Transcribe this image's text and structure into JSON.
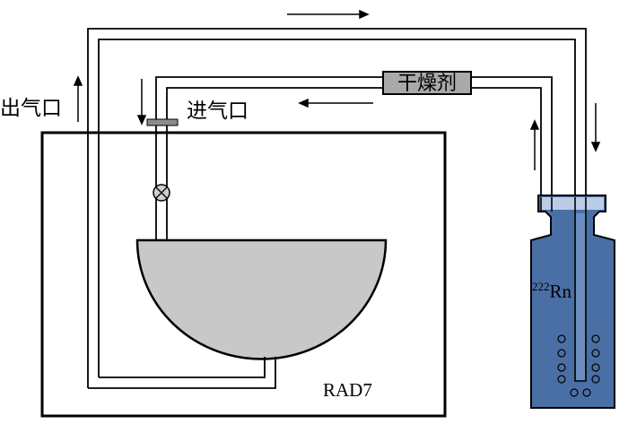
{
  "labels": {
    "outlet": "出气口",
    "inlet": "进气口",
    "desiccant": "干燥剂",
    "device": "RAD7",
    "radon_mass": "222",
    "radon_symbol": "Rn"
  },
  "colors": {
    "line": "#000000",
    "bowl_fill": "#c8c8c8",
    "desiccant_fill": "#a9a9a9",
    "water_fill": "#4a6fa5",
    "water_light": "#b9cde6",
    "valve_fill": "#cfcfcf",
    "cap_fill": "#8c8c8c"
  },
  "icons": {
    "valve": "valve-icon",
    "flow_arrow": "arrow-icon"
  }
}
